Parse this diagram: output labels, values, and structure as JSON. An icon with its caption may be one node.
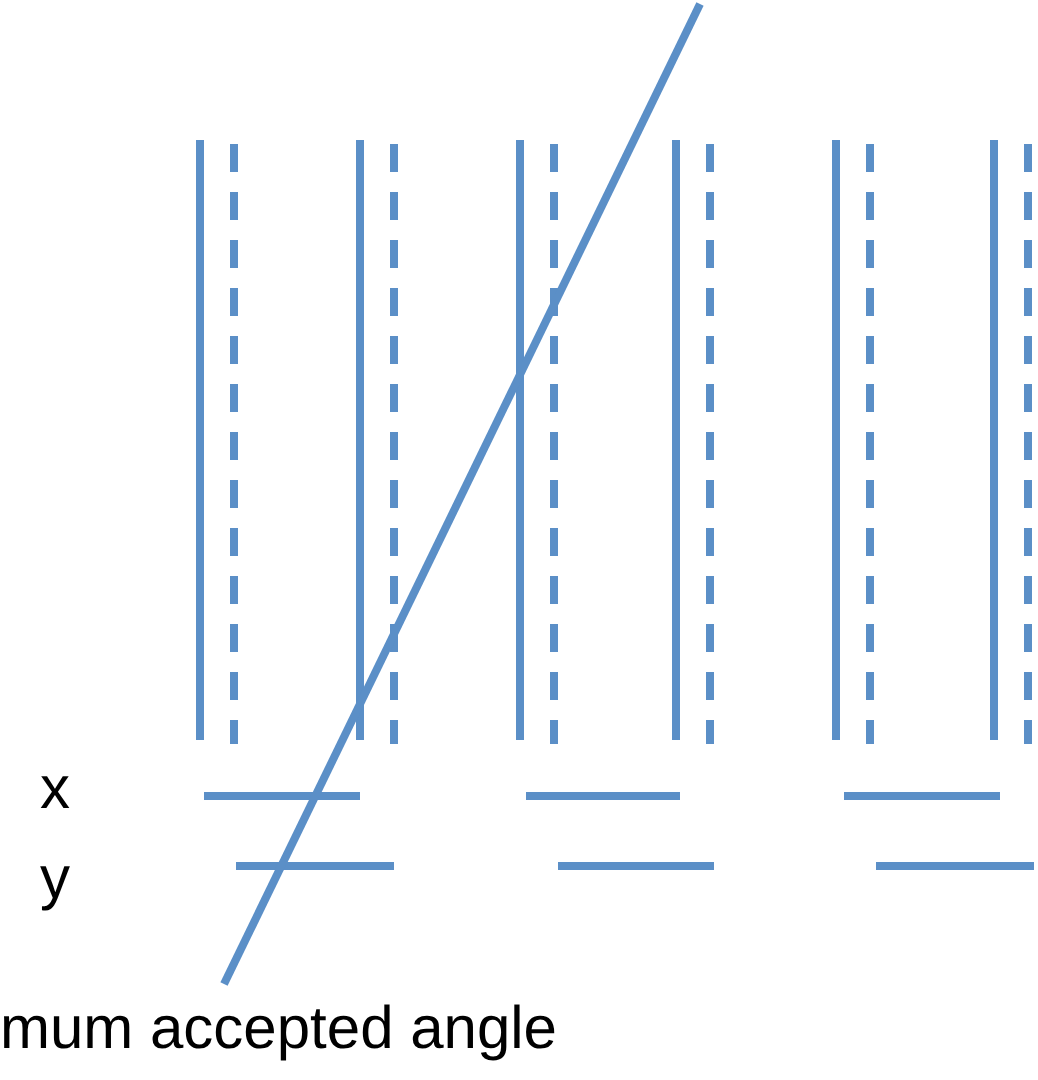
{
  "diagram": {
    "labels": [
      "x",
      "y",
      "mum accepted angle"
    ]
  }
}
